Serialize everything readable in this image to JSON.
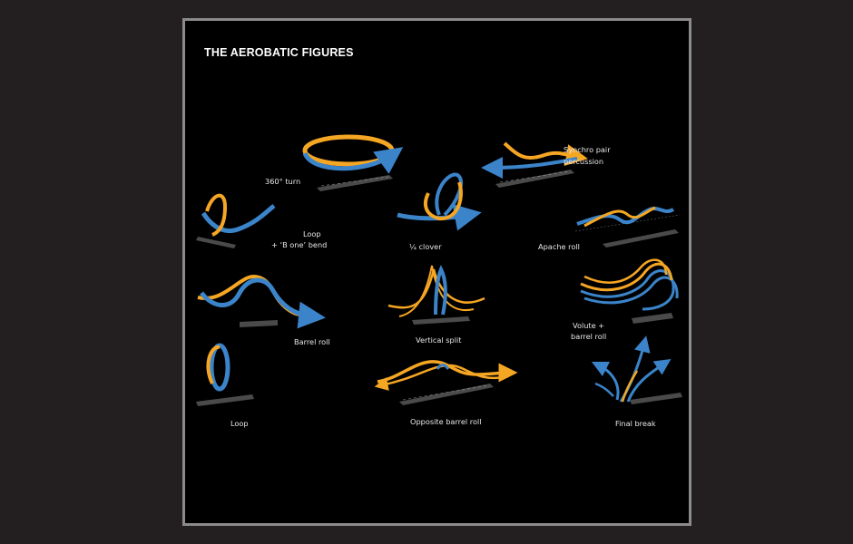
{
  "title": "THE AEROBATIC FIGURES",
  "colors": {
    "ribbon_blue": "#3b84c9",
    "ribbon_orange": "#f5a623",
    "runway": "#4a4a4a",
    "frame_border": "#8b8b8b",
    "background": "#231f20"
  },
  "figures": [
    {
      "id": "turn360",
      "label_lines": [
        "360° turn"
      ]
    },
    {
      "id": "synchro",
      "label_lines": [
        "Synchro pair",
        "percussion"
      ]
    },
    {
      "id": "loopbend",
      "label_lines": [
        "Loop",
        "+ ‘B one’ bend"
      ]
    },
    {
      "id": "clover",
      "label_lines": [
        "¼ clover"
      ]
    },
    {
      "id": "apache",
      "label_lines": [
        "Apache roll"
      ]
    },
    {
      "id": "barrel",
      "label_lines": [
        "Barrel roll"
      ]
    },
    {
      "id": "vsplit",
      "label_lines": [
        "Vertical split"
      ]
    },
    {
      "id": "volute",
      "label_lines": [
        "Volute +",
        "barrel roll"
      ]
    },
    {
      "id": "loop",
      "label_lines": [
        "Loop"
      ]
    },
    {
      "id": "opposite",
      "label_lines": [
        "Opposite barrel roll"
      ]
    },
    {
      "id": "finalbreak",
      "label_lines": [
        "Final break"
      ]
    }
  ]
}
